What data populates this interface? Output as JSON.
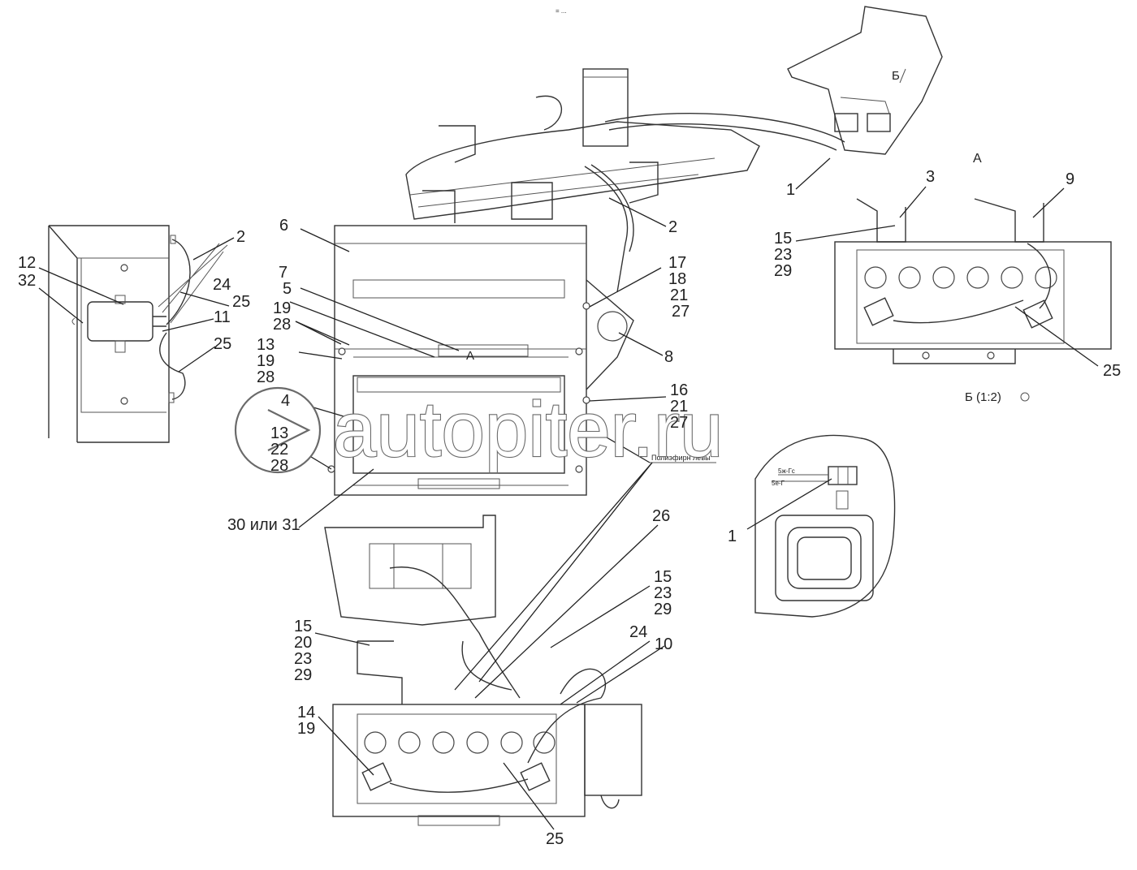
{
  "watermark": "autopiter.ru",
  "view_labels": {
    "view_a": "A",
    "view_b": "Б (1:2)",
    "marker_a": "A",
    "marker_b": "Б"
  },
  "annotations": {
    "route_note": "Полиэфирн левы",
    "top_mark": "= ..."
  },
  "callouts": {
    "c_2_top": "2",
    "c_6": "6",
    "c_7": "7",
    "c_5": "5",
    "c_19_28_a": "19",
    "c_19_28_b": "28",
    "c_13_19_28_a": "13",
    "c_13_19_28_b": "19",
    "c_13_19_28_c": "28",
    "c_4": "4",
    "c_13_22_28_a": "13",
    "c_13_22_28_b": "22",
    "c_13_22_28_c": "28",
    "c_30_31": "30 или 31",
    "c_17_27_a": "17",
    "c_17_27_b": "18",
    "c_17_27_c": "21",
    "c_17_27_d": "27",
    "c_8": "8",
    "c_16_27_a": "16",
    "c_16_27_b": "21",
    "c_16_27_c": "27",
    "c_2_mid": "2",
    "c_1_top": "1",
    "c_3": "3",
    "c_9": "9",
    "c_15_29_a": "15",
    "c_15_29_b": "23",
    "c_15_29_c": "29",
    "c_25_a": "25",
    "c_1_b": "1",
    "c_12": "12",
    "c_32": "32",
    "c_24_left": "24",
    "c_25_left_a": "25",
    "c_11": "11",
    "c_25_left_b": "25",
    "c_26": "26",
    "c_15_29_mid_a": "15",
    "c_15_29_mid_b": "23",
    "c_15_29_mid_c": "29",
    "c_24_bottom": "24",
    "c_10": "10",
    "c_15_20_a": "15",
    "c_15_20_b": "20",
    "c_15_20_c": "23",
    "c_15_20_d": "29",
    "c_14": "14",
    "c_19_bottom": "19",
    "c_25_bottom": "25"
  }
}
